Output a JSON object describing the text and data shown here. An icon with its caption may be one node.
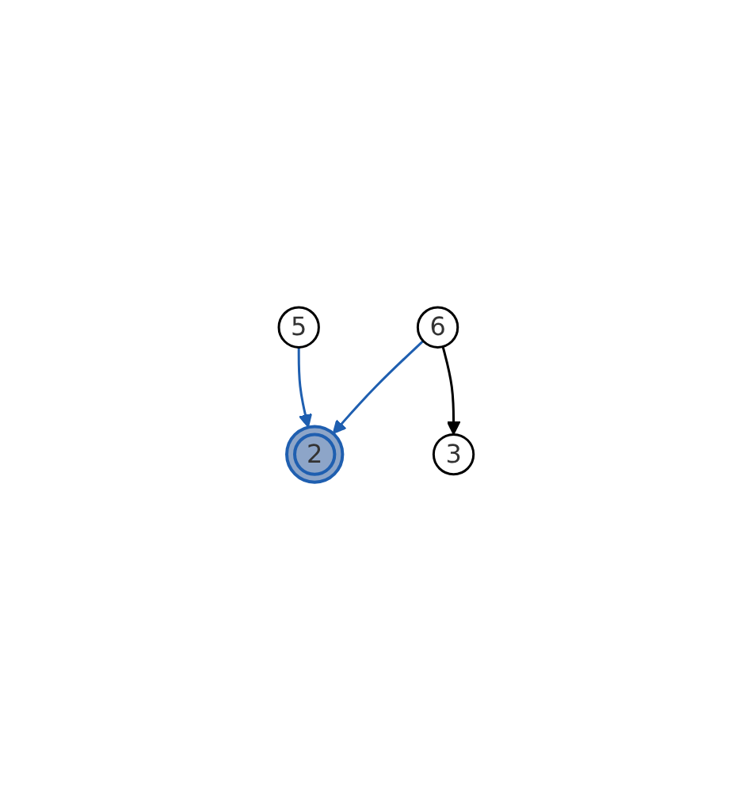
{
  "diagram": {
    "nodes": [
      {
        "text": [
          "5"
        ]
      },
      {
        "text": [
          "2"
        ]
      },
      {
        "text": [
          "6"
        ]
      },
      {
        "text": [
          "3"
        ]
      }
    ],
    "edges": [
      {
        "from": 0,
        "to": 1,
        "arrow": "to",
        "color": "#1f5fb0"
      },
      {
        "from": 2,
        "to": 1,
        "arrow": "to",
        "color": "#1f5fb0"
      },
      {
        "from": 2,
        "to": 3,
        "arrow": "to",
        "color": "#000000"
      }
    ]
  }
}
